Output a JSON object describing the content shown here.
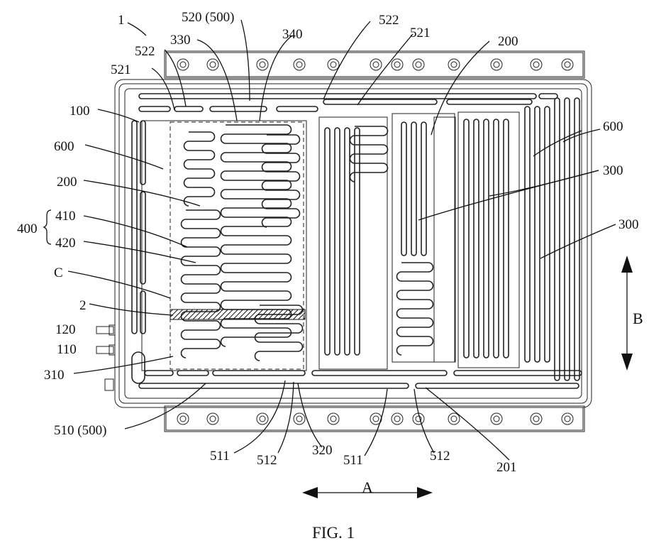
{
  "caption": "FIG. 1",
  "labels": {
    "l1": "1",
    "l520": "520 (500)",
    "l330": "330",
    "l340": "340",
    "l522a": "522",
    "l522b": "522",
    "l521a": "521",
    "l521b": "521",
    "l200a": "200",
    "l200b": "200",
    "l100": "100",
    "l600a": "600",
    "l600b": "600",
    "l300a": "300",
    "l300b": "300",
    "l400": "400",
    "l410": "410",
    "l420": "420",
    "lC": "C",
    "l2": "2",
    "l120": "120",
    "l110": "110",
    "l310": "310",
    "l510": "510 (500)",
    "l511a": "511",
    "l512a": "512",
    "l320": "320",
    "l511b": "511",
    "l512b": "512",
    "l201": "201",
    "lA": "A",
    "lB": "B"
  }
}
